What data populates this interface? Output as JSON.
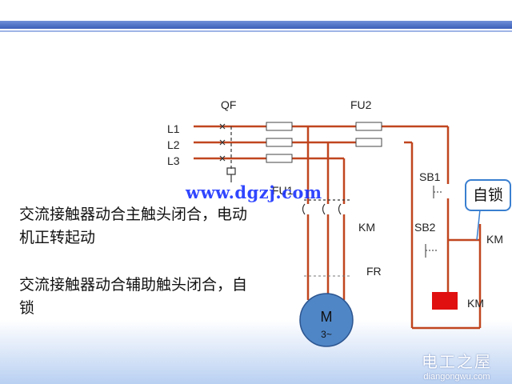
{
  "labels": {
    "qf": "QF",
    "fu2": "FU2",
    "l1": "L1",
    "l2": "L2",
    "l3": "L3",
    "fu1": "FU1",
    "km_main": "KM",
    "fr": "FR",
    "sb1": "SB1",
    "sb2": "SB2",
    "km_aux": "KM",
    "km_coil": "KM",
    "motor": "M",
    "motor_phase": "3~"
  },
  "notes": {
    "main_contact": "交流接触器动合主触头闭合，电动机正转起动",
    "aux_contact": "交流接触器动合辅助触头闭合，自锁"
  },
  "callout": "自锁",
  "watermark": "www.dgzj.com",
  "logo": {
    "name": "电工之屋",
    "url": "diangongwu.com"
  },
  "colors": {
    "energized_wire": "#c0451f",
    "coil": "#e01010",
    "motor_fill": "#4f86c6",
    "accent": "#3b5fb8"
  }
}
